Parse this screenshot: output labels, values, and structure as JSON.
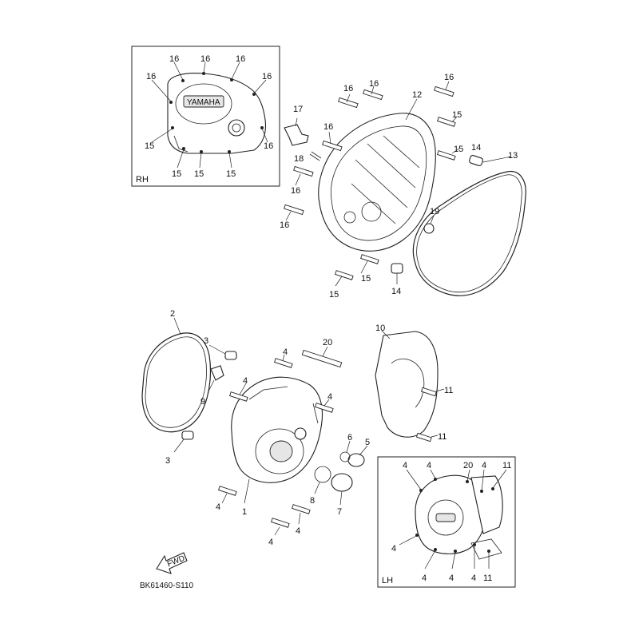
{
  "diagram_code": "BK61460-S110",
  "fwd_label": "FWD",
  "inset_rh": {
    "corner_label": "RH",
    "logo_text": "YAMAHA"
  },
  "inset_lh": {
    "corner_label": "LH"
  },
  "callouts": {
    "rh_16a": "16",
    "rh_16b": "16",
    "rh_16c": "16",
    "rh_16d": "16",
    "rh_16e": "16",
    "rh_16f": "16",
    "rh_15a": "15",
    "rh_15b": "15",
    "rh_15c": "15",
    "rh_15d": "15",
    "c12": "12",
    "c13": "13",
    "c14": "14",
    "c17": "17",
    "c18": "18",
    "c19": "19",
    "c16a": "16",
    "c16b": "16",
    "c16c": "16",
    "c16d": "16",
    "c16e": "16",
    "c15a": "15",
    "c15b": "15",
    "c15c": "15",
    "c15d": "15",
    "c1": "1",
    "c2": "2",
    "c3a": "3",
    "c3b": "3",
    "c4a": "4",
    "c4b": "4",
    "c4c": "4",
    "c4d": "4",
    "c4e": "4",
    "c4f": "4",
    "c5": "5",
    "c6": "6",
    "c7": "7",
    "c8": "8",
    "c9": "9",
    "c10": "10",
    "c11a": "11",
    "c11b": "11",
    "c20": "20",
    "lh_4a": "4",
    "lh_4b": "4",
    "lh_4c": "4",
    "lh_4d": "4",
    "lh_4e": "4",
    "lh_4f": "4",
    "lh_4g": "4",
    "lh_20": "20",
    "lh_11a": "11",
    "lh_11b": "11"
  }
}
